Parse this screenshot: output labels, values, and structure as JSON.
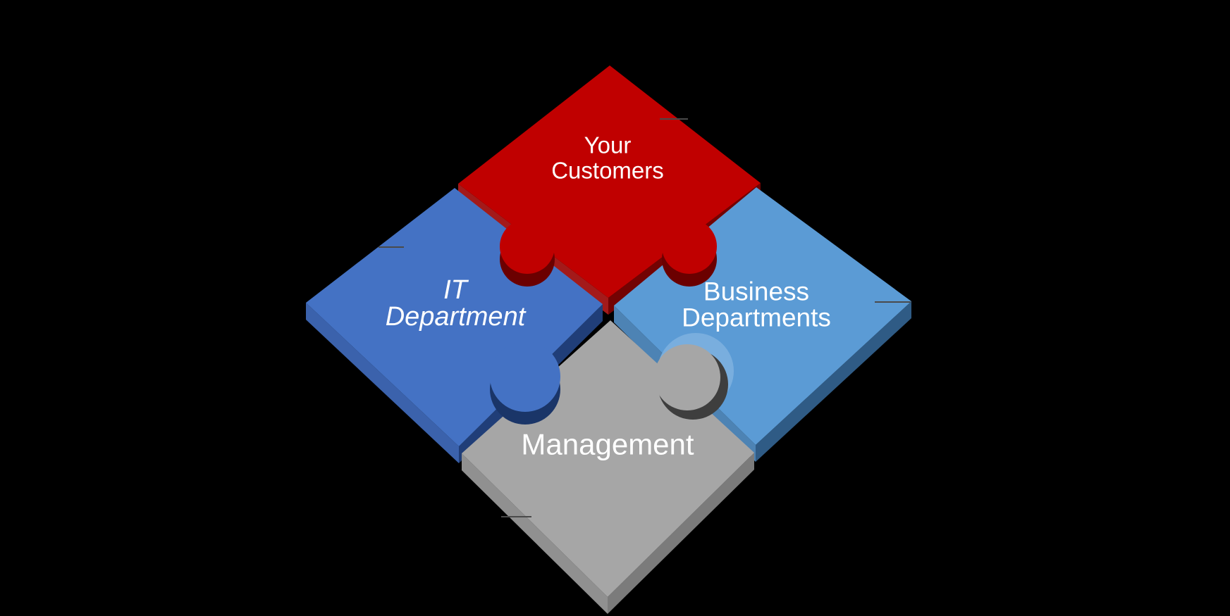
{
  "background_color": "#000000",
  "diagram": {
    "type": "3d-puzzle-diamond",
    "description": "Four interlocking 3D puzzle pieces arranged in a diamond on a black background, with four short callout leader lines",
    "pieces": [
      {
        "id": "your-customers",
        "position": "top",
        "line1": "Your",
        "line2": "Customers",
        "color": "#C00000",
        "side_color_left": "#A31A1A",
        "side_color_right": "#730303",
        "text_color": "#FFFFFF"
      },
      {
        "id": "it-department",
        "position": "left",
        "line1": "IT",
        "line2": "Department",
        "color": "#4472C4",
        "side_color_left": "#3B62AC",
        "side_color_right": "#203E78",
        "text_color": "#FFFFFF"
      },
      {
        "id": "business-departments",
        "position": "right",
        "line1": "Business",
        "line2": "Departments",
        "color": "#5B9BD5",
        "side_color_left": "#4D83B4",
        "side_color_right": "#2F5B85",
        "text_color": "#FFFFFF"
      },
      {
        "id": "management",
        "position": "bottom",
        "line1": "Management",
        "line2": "",
        "color": "#A6A6A6",
        "side_color_left": "#909090",
        "side_color_right": "#7B7B7B",
        "text_color": "#FFFFFF"
      }
    ],
    "callouts": {
      "count": 4,
      "line_color": "#4A4A4A"
    }
  }
}
